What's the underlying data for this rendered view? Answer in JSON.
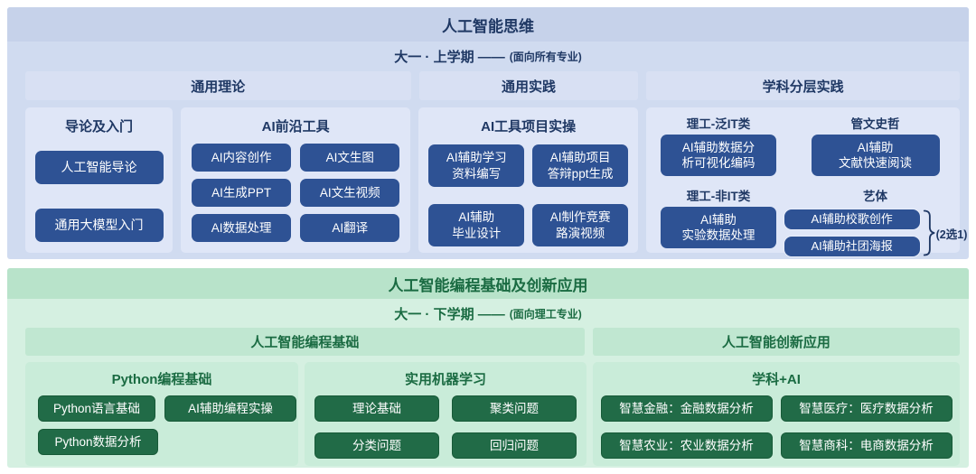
{
  "colors": {
    "blue_section_bg": "#d0dbf0",
    "blue_titlebar_bg": "#c6d2ea",
    "blue_header_bg": "#d8e0f3",
    "blue_panel_bg": "#dfe6f7",
    "blue_chip_bg": "#2e5294",
    "navy_text": "#1f3864",
    "green_section_bg": "#d5f0e1",
    "green_titlebar_bg": "#b8e3ca",
    "green_header_bg": "#c0e7d1",
    "green_panel_bg": "#c9ecd9",
    "green_chip_bg": "#216b47",
    "green_text": "#1a6b42"
  },
  "top": {
    "title": "人工智能思维",
    "subtitle": "大一 · 上学期 ——",
    "subtitle_note": "(面向所有专业)",
    "headers": [
      "通用理论",
      "通用实践",
      "学科分层实践"
    ],
    "intro_panel": {
      "heading": "导论及入门",
      "buttons": [
        "人工智能导论",
        "通用大模型入门"
      ]
    },
    "tools_panel": {
      "heading": "AI前沿工具",
      "buttons": [
        "AI内容创作",
        "AI文生图",
        "AI生成PPT",
        "AI文生视频",
        "AI数据处理",
        "AI翻译"
      ]
    },
    "practice_panel": {
      "heading": "AI工具项目实操",
      "buttons": [
        "AI辅助学习\n资料编写",
        "AI辅助项目\n答辩ppt生成",
        "AI辅助\n毕业设计",
        "AI制作竞赛\n路演视频"
      ]
    },
    "layered_panel": {
      "groups": [
        {
          "label": "理工-泛IT类",
          "button": "AI辅助数据分\n析可视化编码"
        },
        {
          "label": "管文史哲",
          "button": "AI辅助\n文献快速阅读"
        },
        {
          "label": "理工-非IT类",
          "button": "AI辅助\n实验数据处理"
        },
        {
          "label": "艺体",
          "buttons": [
            "AI辅助校歌创作",
            "AI辅助社团海报"
          ],
          "note": "(2选1)"
        }
      ]
    }
  },
  "bottom": {
    "title": "人工智能编程基础及创新应用",
    "subtitle": "大一 · 下学期 ——",
    "subtitle_note": "(面向理工专业)",
    "headers": [
      "人工智能编程基础",
      "人工智能创新应用"
    ],
    "python_panel": {
      "heading": "Python编程基础",
      "buttons": [
        "Python语言基础",
        "AI辅助编程实操",
        "Python数据分析"
      ]
    },
    "ml_panel": {
      "heading": "实用机器学习",
      "buttons": [
        "理论基础",
        "聚类问题",
        "分类问题",
        "回归问题"
      ]
    },
    "subject_panel": {
      "heading": "学科+AI",
      "buttons": [
        "智慧金融：金融数据分析",
        "智慧医疗：医疗数据分析",
        "智慧农业：农业数据分析",
        "智慧商科：电商数据分析"
      ]
    }
  }
}
